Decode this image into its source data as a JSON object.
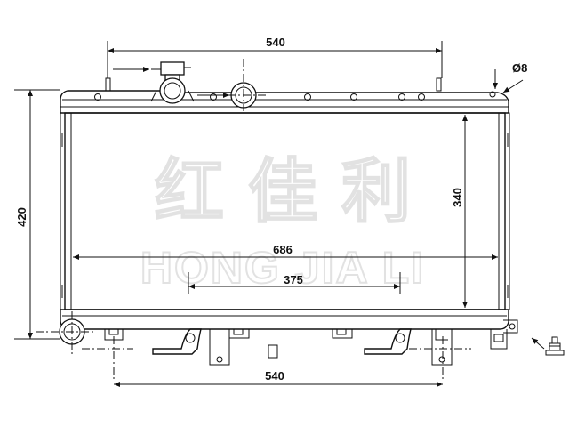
{
  "diagram": {
    "watermark": {
      "chinese": "红 佳 利",
      "latin": "HONG JIA LI"
    },
    "dimensions": {
      "top_pipe_spacing": "540",
      "bottom_pipe_spacing": "540",
      "overall_width": "686",
      "mount_spacing": "375",
      "overall_height": "420",
      "core_height": "340",
      "hole_diameter": "Ø8"
    },
    "colors": {
      "line": "#111111",
      "watermark_outline": "#e2e2e2",
      "background": "#ffffff"
    }
  }
}
